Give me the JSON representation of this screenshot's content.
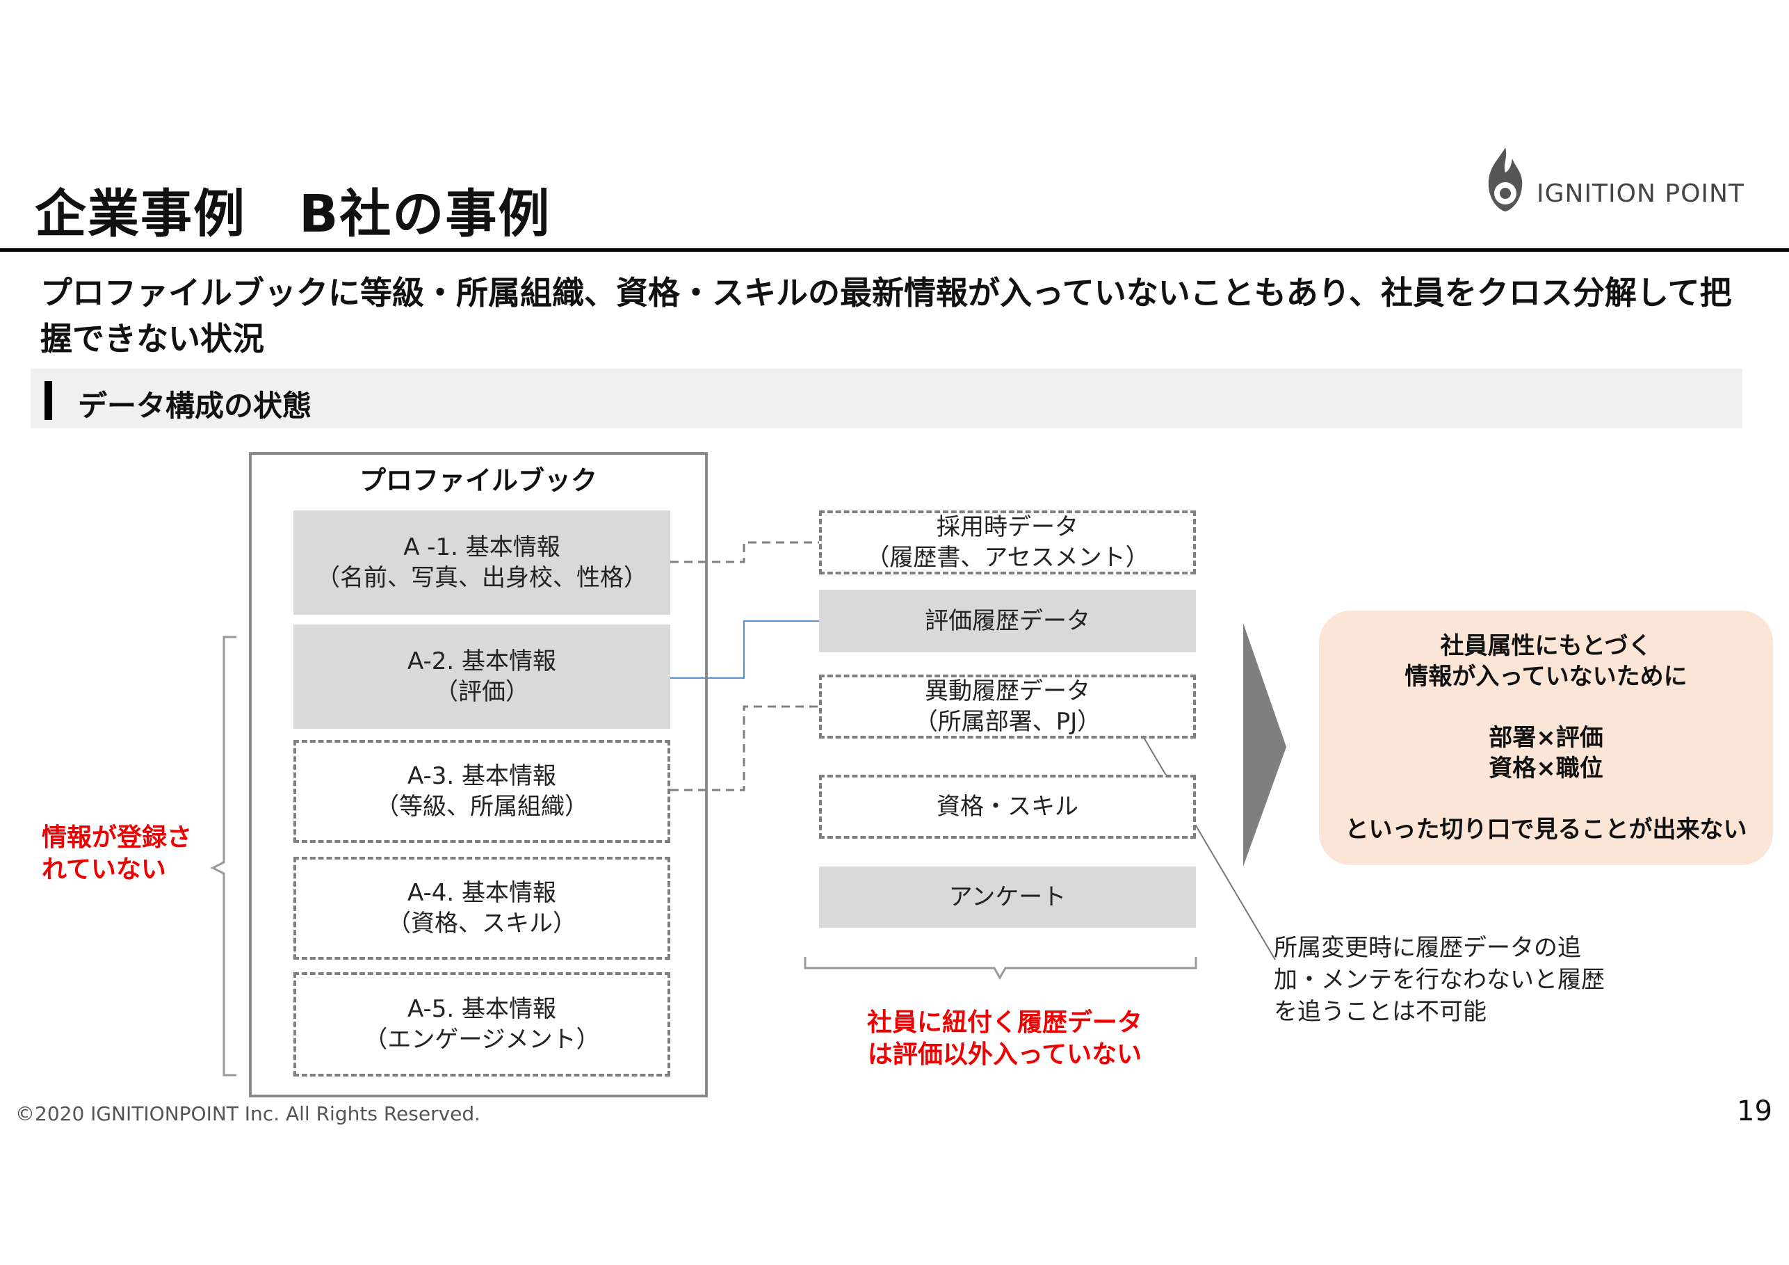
{
  "header": {
    "title": "企業事例　B社の事例",
    "logo_text": "IGNITION POINT",
    "logo_icon": "flame-icon"
  },
  "lead": "プロファイルブックに等級・所属組織、資格・スキルの最新情報が入っていないこともあり、社員をクロス分解して把握できない状況",
  "section_label": "データ構成の状態",
  "profile_book": {
    "title": "プロファイルブック",
    "items": [
      {
        "line1": "A -1.  基本情報",
        "line2": "（名前、写真、出身校、性格）"
      },
      {
        "line1": "A-2.  基本情報",
        "line2": "（評価）"
      },
      {
        "line1": "A-3.  基本情報",
        "line2": "（等級、所属組織）"
      },
      {
        "line1": "A-4.  基本情報",
        "line2": "（資格、スキル）"
      },
      {
        "line1": "A-5.  基本情報",
        "line2": "（エンゲージメント）"
      }
    ]
  },
  "left_note": {
    "line1": "情報が登録さ",
    "line2": "れていない"
  },
  "data_sources": [
    {
      "line1": "採用時データ",
      "line2": "（履歴書、アセスメント）"
    },
    {
      "line1": "評価履歴データ",
      "line2": ""
    },
    {
      "line1": "異動履歴データ",
      "line2": "（所属部署、PJ）"
    },
    {
      "line1": "資格・スキル",
      "line2": ""
    },
    {
      "line1": "アンケート",
      "line2": ""
    }
  ],
  "mid_note": {
    "line1": "社員に紐付く履歴データ",
    "line2": "は評価以外入っていない"
  },
  "result": {
    "line1": "社員属性にもとづく",
    "line2": "情報が入っていないために",
    "line3": "部署×評価",
    "line4": "資格×職位",
    "line5": "といった切り口で見ることが出来ない",
    "fill": "#fbe5d6"
  },
  "side_note": {
    "line1": "所属変更時に履歴データの追",
    "line2": "加・メンテを行なわないと履歴",
    "line3": "を追うことは不可能"
  },
  "footer": "©2020 IGNITIONPOINT Inc. All Rights Reserved.",
  "page_number": "19",
  "colors": {
    "highlight_red": "#ee0000",
    "gray_box": "#d9d9d9",
    "connector_blue": "#5b8fd6"
  }
}
